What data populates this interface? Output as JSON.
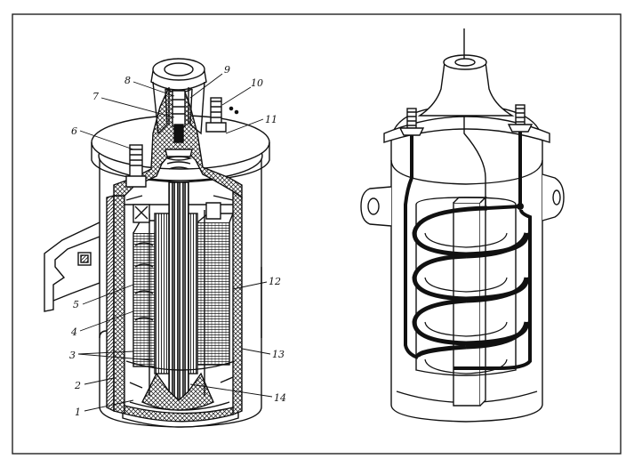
{
  "figure": {
    "left_labels": [
      "1",
      "2",
      "3",
      "4",
      "5",
      "6",
      "7",
      "8"
    ],
    "right_labels": [
      "9",
      "10",
      "11",
      "12",
      "13",
      "14"
    ]
  },
  "colors": {
    "ink": "#111111",
    "paper": "#ffffff",
    "border": "#222222"
  }
}
